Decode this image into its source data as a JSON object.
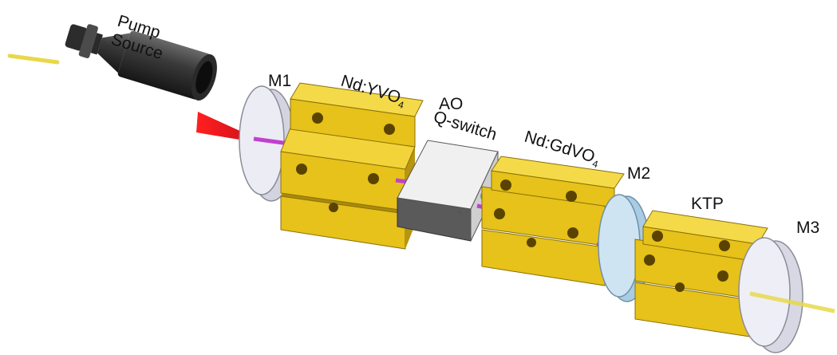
{
  "labels": {
    "pump_line1": "Pump",
    "pump_line2": "Source",
    "m1": "M1",
    "nd_yvo4_main": "Nd:YVO",
    "nd_yvo4_sub": "4",
    "ao_line1": "AO",
    "ao_line2": "Q-switch",
    "nd_gdvo4_main": "Nd:GdVO",
    "nd_gdvo4_sub": "4",
    "m2": "M2",
    "ktp": "KTP",
    "m3": "M3"
  },
  "colors": {
    "fiber": "#e8d84a",
    "pump_beam": "#e0161c",
    "crystal_beam": "#c040d0",
    "mount_gold": "#e6c21a",
    "mount_gold_dark": "#a98a0c",
    "mirror_clear": "#e2e2ee",
    "mirror_blue": "#b8d8ee",
    "ao_body": "#5a5a5a",
    "ao_face": "#f2f2f2",
    "pump_body": "#3a3a3a"
  }
}
